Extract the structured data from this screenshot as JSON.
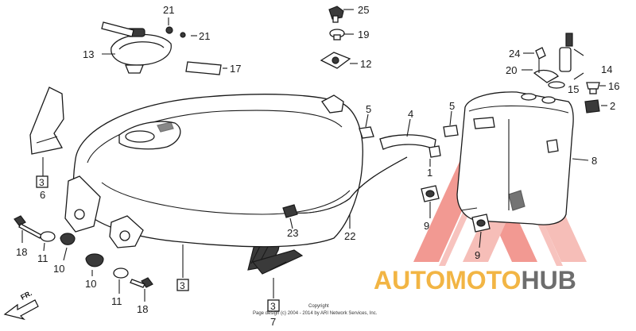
{
  "diagram": {
    "callouts": [
      {
        "id": "c21a",
        "text": "21"
      },
      {
        "id": "c21b",
        "text": "21"
      },
      {
        "id": "c13",
        "text": "13"
      },
      {
        "id": "c17",
        "text": "17"
      },
      {
        "id": "c25",
        "text": "25"
      },
      {
        "id": "c19",
        "text": "19"
      },
      {
        "id": "c12",
        "text": "12"
      },
      {
        "id": "c24",
        "text": "24"
      },
      {
        "id": "c14",
        "text": "14"
      },
      {
        "id": "c20",
        "text": "20"
      },
      {
        "id": "c15",
        "text": "15"
      },
      {
        "id": "c16",
        "text": "16"
      },
      {
        "id": "c2",
        "text": "2"
      },
      {
        "id": "c5a",
        "text": "5"
      },
      {
        "id": "c4",
        "text": "4"
      },
      {
        "id": "c5b",
        "text": "5"
      },
      {
        "id": "c1",
        "text": "1"
      },
      {
        "id": "c8",
        "text": "8"
      },
      {
        "id": "c6",
        "text": "6"
      },
      {
        "id": "c9a",
        "text": "9"
      },
      {
        "id": "c9b",
        "text": "9"
      },
      {
        "id": "c22",
        "text": "22"
      },
      {
        "id": "c23",
        "text": "23"
      },
      {
        "id": "c18a",
        "text": "18"
      },
      {
        "id": "c11a",
        "text": "11"
      },
      {
        "id": "c10a",
        "text": "10"
      },
      {
        "id": "c10b",
        "text": "10"
      },
      {
        "id": "c11b",
        "text": "11"
      },
      {
        "id": "c18b",
        "text": "18"
      },
      {
        "id": "c7",
        "text": "7"
      }
    ],
    "boxed_labels": [
      {
        "id": "b3a",
        "text": "3"
      },
      {
        "id": "b3b",
        "text": "3"
      },
      {
        "id": "b3c",
        "text": "3"
      }
    ],
    "direction_marker": "FR.",
    "copyright_line1": "Copyright",
    "copyright_line2": "Page design (c) 2004 - 2014 by ARI Network Services, Inc.",
    "watermark": {
      "part1": "AUTO",
      "part2": "MOTO",
      "part3": "HUB",
      "color_accent": "#e8473a",
      "color_gold": "#f2b544",
      "color_gray": "#6d6d6d"
    }
  }
}
